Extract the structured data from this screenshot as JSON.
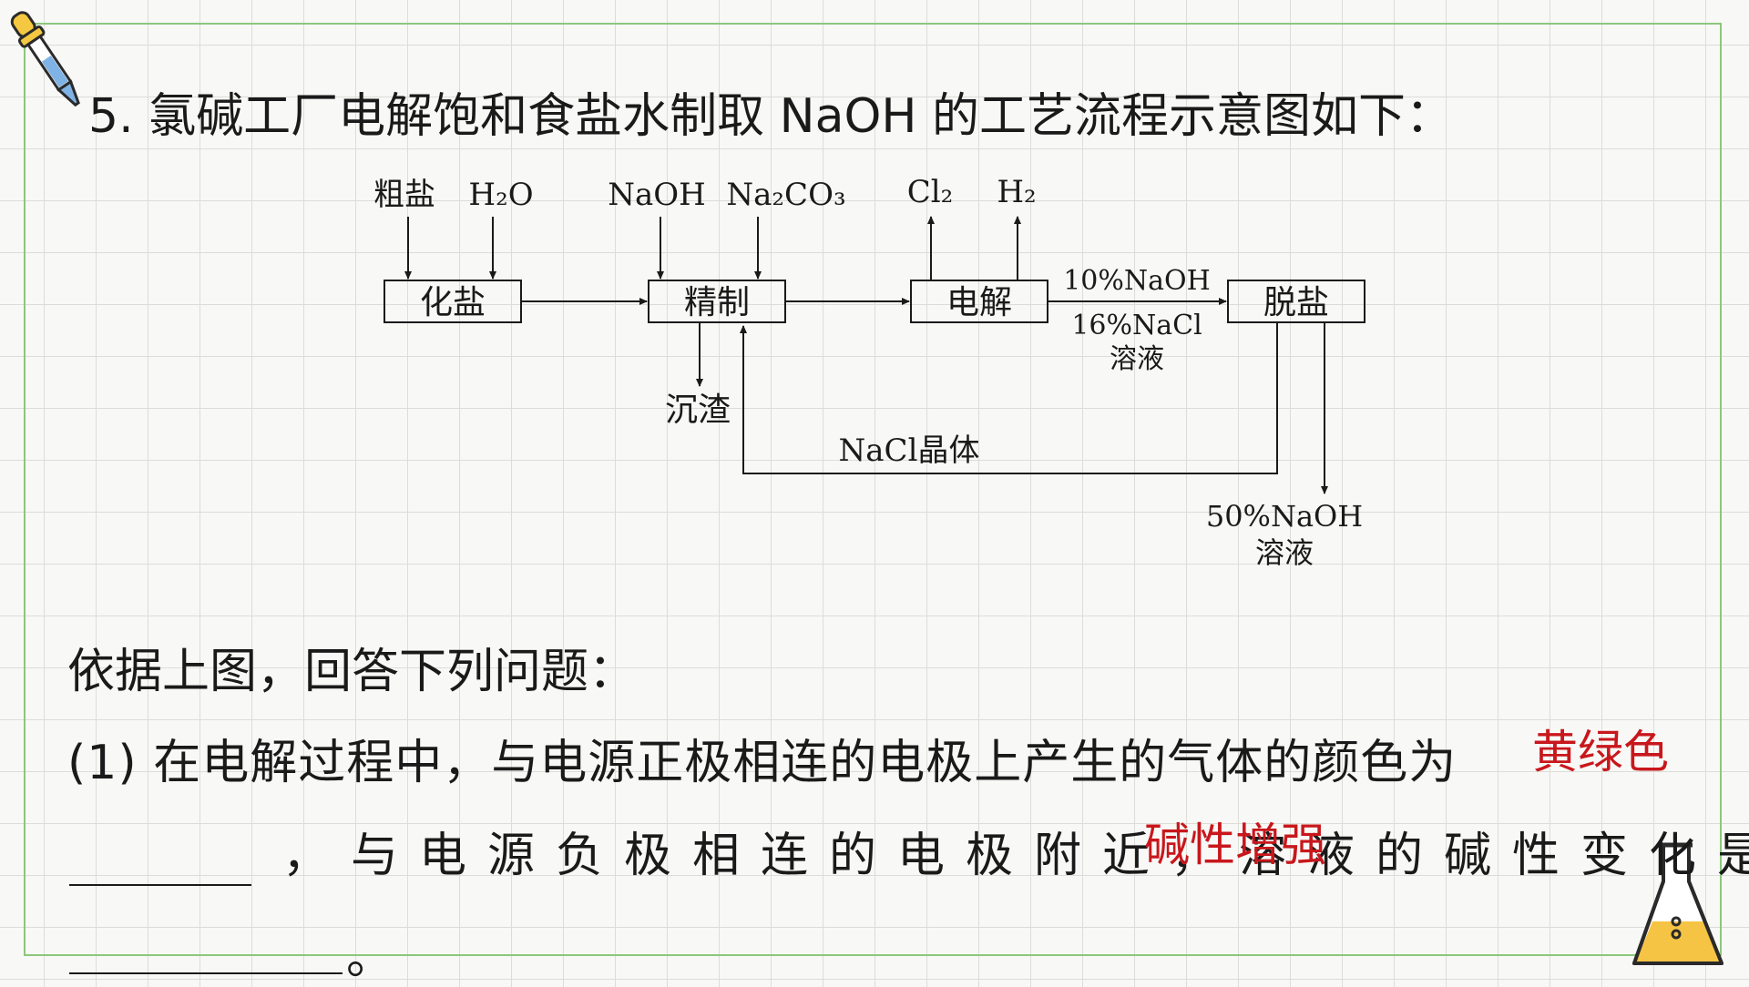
{
  "title": {
    "number": "5.",
    "text": "氯碱工厂电解饱和食盐水制取 NaOH 的工艺流程示意图如下："
  },
  "diagram": {
    "inputs": {
      "crude_salt": "粗盐",
      "water": "H₂O",
      "naoh": "NaOH",
      "na2co3": "Na₂CO₃",
      "cl2": "Cl₂",
      "h2": "H₂"
    },
    "boxes": {
      "dissolve": "化盐",
      "refine": "精制",
      "electrolysis": "电解",
      "desalt": "脱盐"
    },
    "labels": {
      "precipitate": "沉渣",
      "stream_naoh": "10%NaOH",
      "stream_nacl": "16%NaCl",
      "stream_solution": "溶液",
      "recycle": "NaCl晶体",
      "product_naoh": "50%NaOH",
      "product_solution": "溶液"
    }
  },
  "question": {
    "intro": "依据上图，回答下列问题：",
    "part1_line1": "(1) 在电解过程中，与电源正极相连的电极上产生的气体的颜色为",
    "part1_line2": "，与电源负极相连的电极附近，溶液的碱性变化是",
    "part1_end": "。"
  },
  "answers": {
    "gas_color": "黄绿色",
    "alkalinity_change": "碱性增强"
  },
  "colors": {
    "frame": "#8cc77c",
    "answer": "#c8171c",
    "text": "#1a1a1a"
  },
  "decorations": {
    "top_left": "dropper-icon",
    "bottom_right": "flask-icon"
  }
}
